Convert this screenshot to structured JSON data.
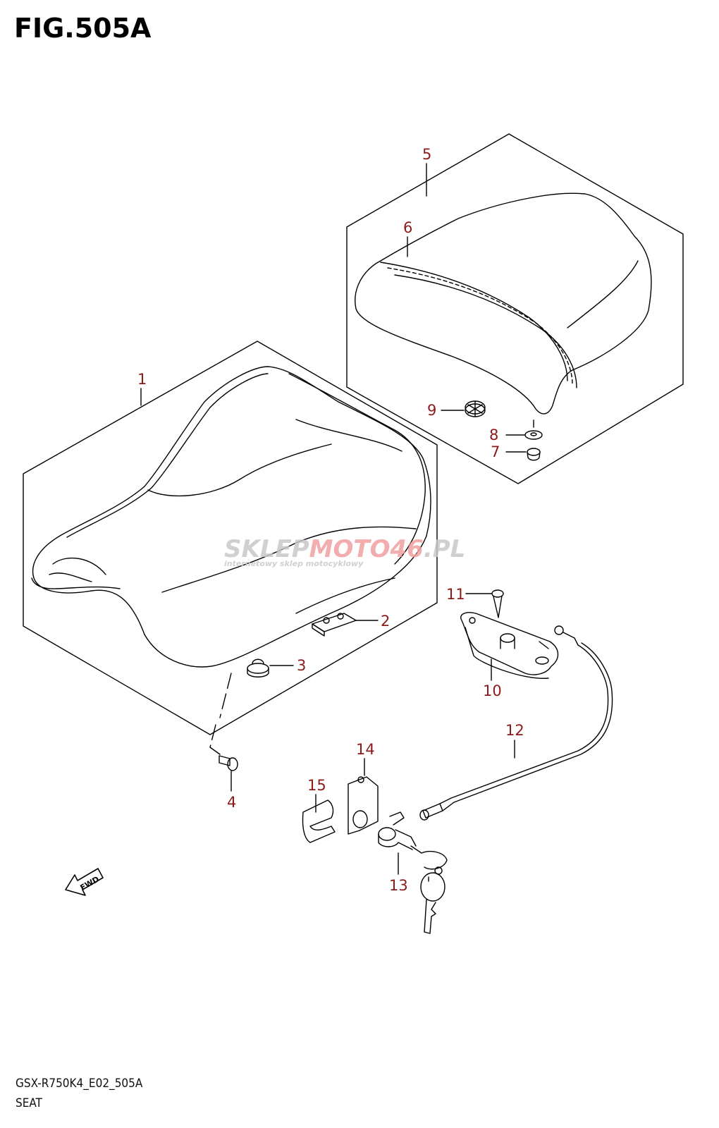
{
  "figure": {
    "title": "FIG.505A",
    "code": "GSX-R750K4_E02_505A",
    "name": "SEAT"
  },
  "watermark": {
    "brand_a": "SKLEP",
    "brand_b": "MOTO",
    "brand_c": "46",
    "brand_d": ".PL",
    "tagline": "internetowy sklep motocyklowy"
  },
  "fwd_label": "FWD",
  "callouts": [
    {
      "id": "1",
      "label": "1"
    },
    {
      "id": "2",
      "label": "2"
    },
    {
      "id": "3",
      "label": "3"
    },
    {
      "id": "4",
      "label": "4"
    },
    {
      "id": "5",
      "label": "5"
    },
    {
      "id": "6",
      "label": "6"
    },
    {
      "id": "7",
      "label": "7"
    },
    {
      "id": "8",
      "label": "8"
    },
    {
      "id": "9",
      "label": "9"
    },
    {
      "id": "10",
      "label": "10"
    },
    {
      "id": "11",
      "label": "11"
    },
    {
      "id": "12",
      "label": "12"
    },
    {
      "id": "13",
      "label": "13"
    },
    {
      "id": "14",
      "label": "14"
    },
    {
      "id": "15",
      "label": "15"
    }
  ],
  "colors": {
    "line": "#000000",
    "callout": "#8b1a1a",
    "watermark_gray": "#c8c8c8",
    "watermark_red": "#f0a0a0"
  }
}
